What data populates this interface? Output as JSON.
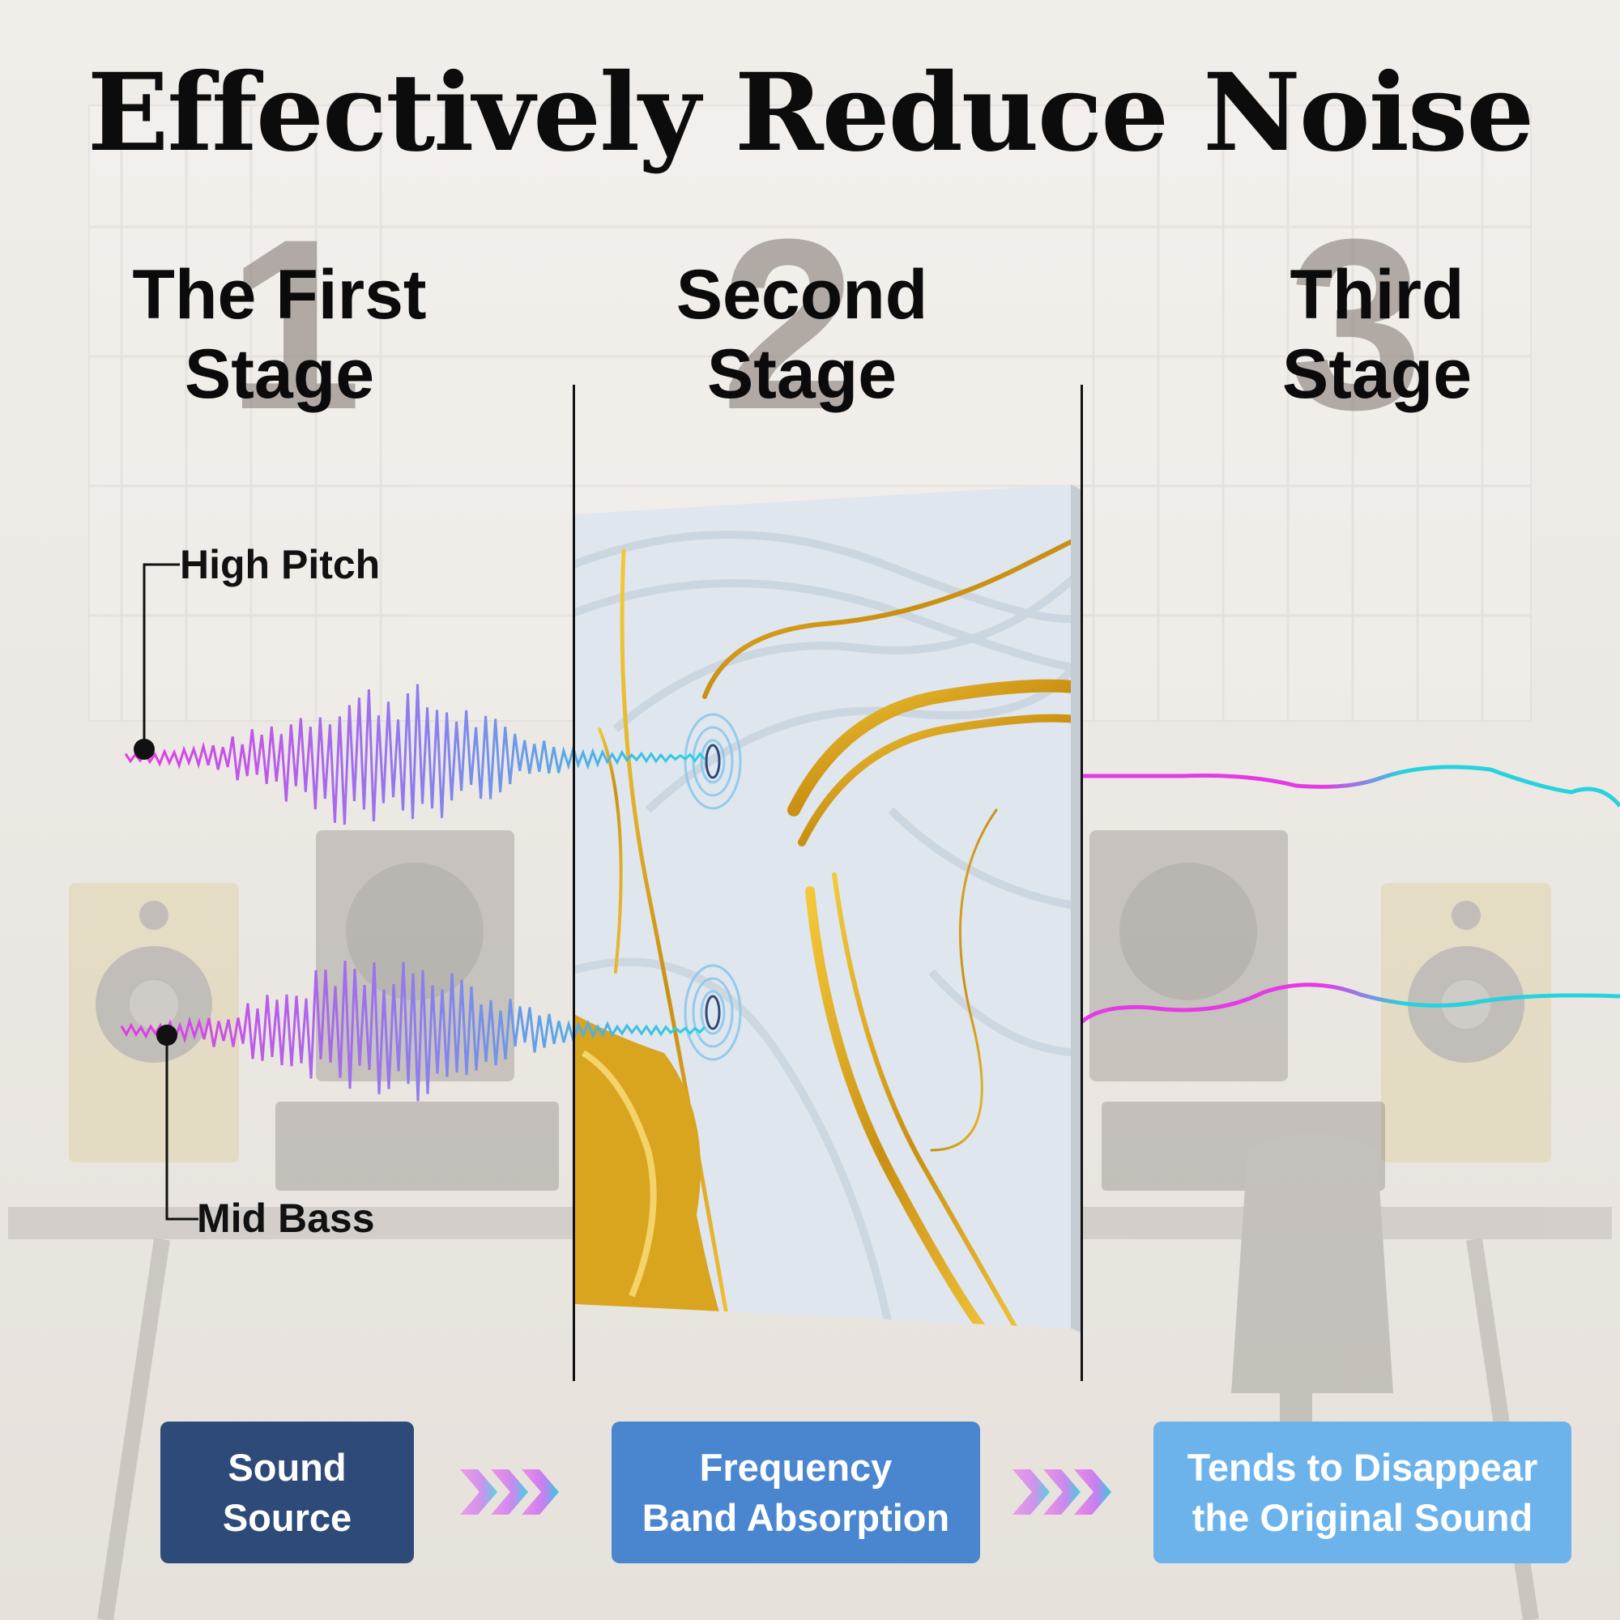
{
  "title": "Effectively Reduce Noise",
  "stages": [
    {
      "number": "1",
      "line1": "The First",
      "line2": "Stage"
    },
    {
      "number": "2",
      "line1": "Second",
      "line2": "Stage"
    },
    {
      "number": "3",
      "line1": "Third",
      "line2": "Stage"
    }
  ],
  "callouts": {
    "high": "High Pitch",
    "mid": "Mid Bass"
  },
  "process": [
    {
      "line1": "Sound",
      "line2": "Source",
      "color": "#2d4a78"
    },
    {
      "line1": "Frequency",
      "line2": "Band Absorption",
      "color": "#4a86d0"
    },
    {
      "line1": "Tends to Disappear",
      "line2": "the Original Sound",
      "color": "#6cb3ec"
    }
  ],
  "colors": {
    "wave_start": "#e43be6",
    "wave_end": "#27d2df",
    "panel_base": "#dfe6ee",
    "gold": "#d9a41e"
  },
  "icons": [
    "process-arrow-icon",
    "process-arrow-icon"
  ]
}
